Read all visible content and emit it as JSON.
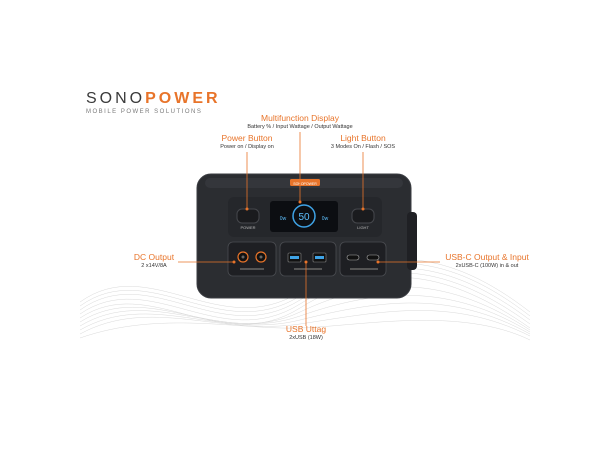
{
  "brand": {
    "name_part1": "SONO",
    "name_part2": "POWER",
    "tagline": "MOBILE POWER SOLUTIONS",
    "accent_color": "#e8742a"
  },
  "callouts": {
    "multifunction": {
      "title": "Multifunction Display",
      "subtitle": "Battery % / Input Wattage / Output Wattage"
    },
    "power_button": {
      "title": "Power Button",
      "subtitle": "Power on / Display on"
    },
    "light_button": {
      "title": "Light Button",
      "subtitle": "3 Modes On / Flash / SOS"
    },
    "dc_output": {
      "title": "DC Output",
      "subtitle": "2 x14V/8A"
    },
    "usb_c": {
      "title": "USB-C Output & Input",
      "subtitle": "2xUSB-C (100W) in & out"
    },
    "usb": {
      "title": "USB Uttag",
      "subtitle": "2xUSB (18W)"
    }
  },
  "device": {
    "display_value": "50",
    "display_in": "0w",
    "display_out": "0w",
    "power_label": "POWER",
    "light_label": "LIGHT",
    "logo_text": "SONOPOWER"
  }
}
